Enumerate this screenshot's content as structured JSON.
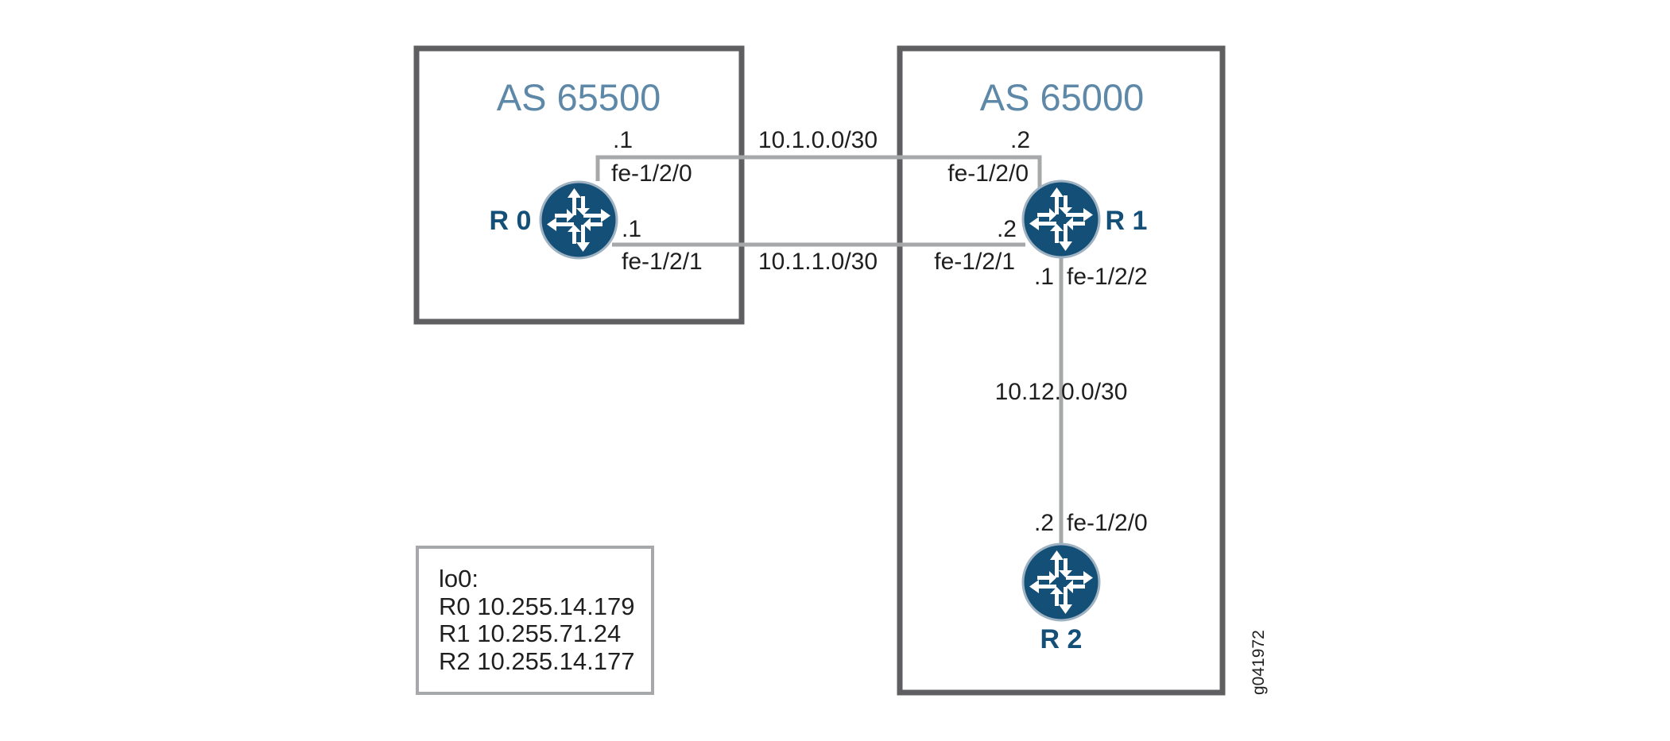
{
  "colors": {
    "as_box_border": "#5f5f62",
    "link_line": "#a7a8aa",
    "legend_border": "#a7a8aa",
    "as_title": "#5e88a8",
    "router_fill": "#134f77",
    "router_name": "#134f77",
    "text": "#1f1f1f"
  },
  "as_boxes": {
    "left": {
      "title": "AS 65500"
    },
    "right": {
      "title": "AS 65000"
    }
  },
  "routers": {
    "r0": {
      "name": "R 0",
      "icon": "router-icon"
    },
    "r1": {
      "name": "R 1",
      "icon": "router-icon"
    },
    "r2": {
      "name": "R 2",
      "icon": "router-icon"
    }
  },
  "links": {
    "top": {
      "subnet": "10.1.0.0/30",
      "r0_host": ".1",
      "r0_interface": "fe-1/2/0",
      "r1_host": ".2",
      "r1_interface": "fe-1/2/0"
    },
    "middle": {
      "subnet": "10.1.1.0/30",
      "r0_host": ".1",
      "r0_interface": "fe-1/2/1",
      "r1_host": ".2",
      "r1_interface": "fe-1/2/1"
    },
    "vertical": {
      "subnet": "10.12.0.0/30",
      "r1_host": ".1",
      "r1_interface": "fe-1/2/2",
      "r2_host": ".2",
      "r2_interface": "fe-1/2/0"
    }
  },
  "legend": {
    "heading": "lo0:",
    "lines": [
      "R0 10.255.14.179",
      "R1 10.255.71.24",
      "R2 10.255.14.177"
    ]
  },
  "figure_id": "g041972"
}
